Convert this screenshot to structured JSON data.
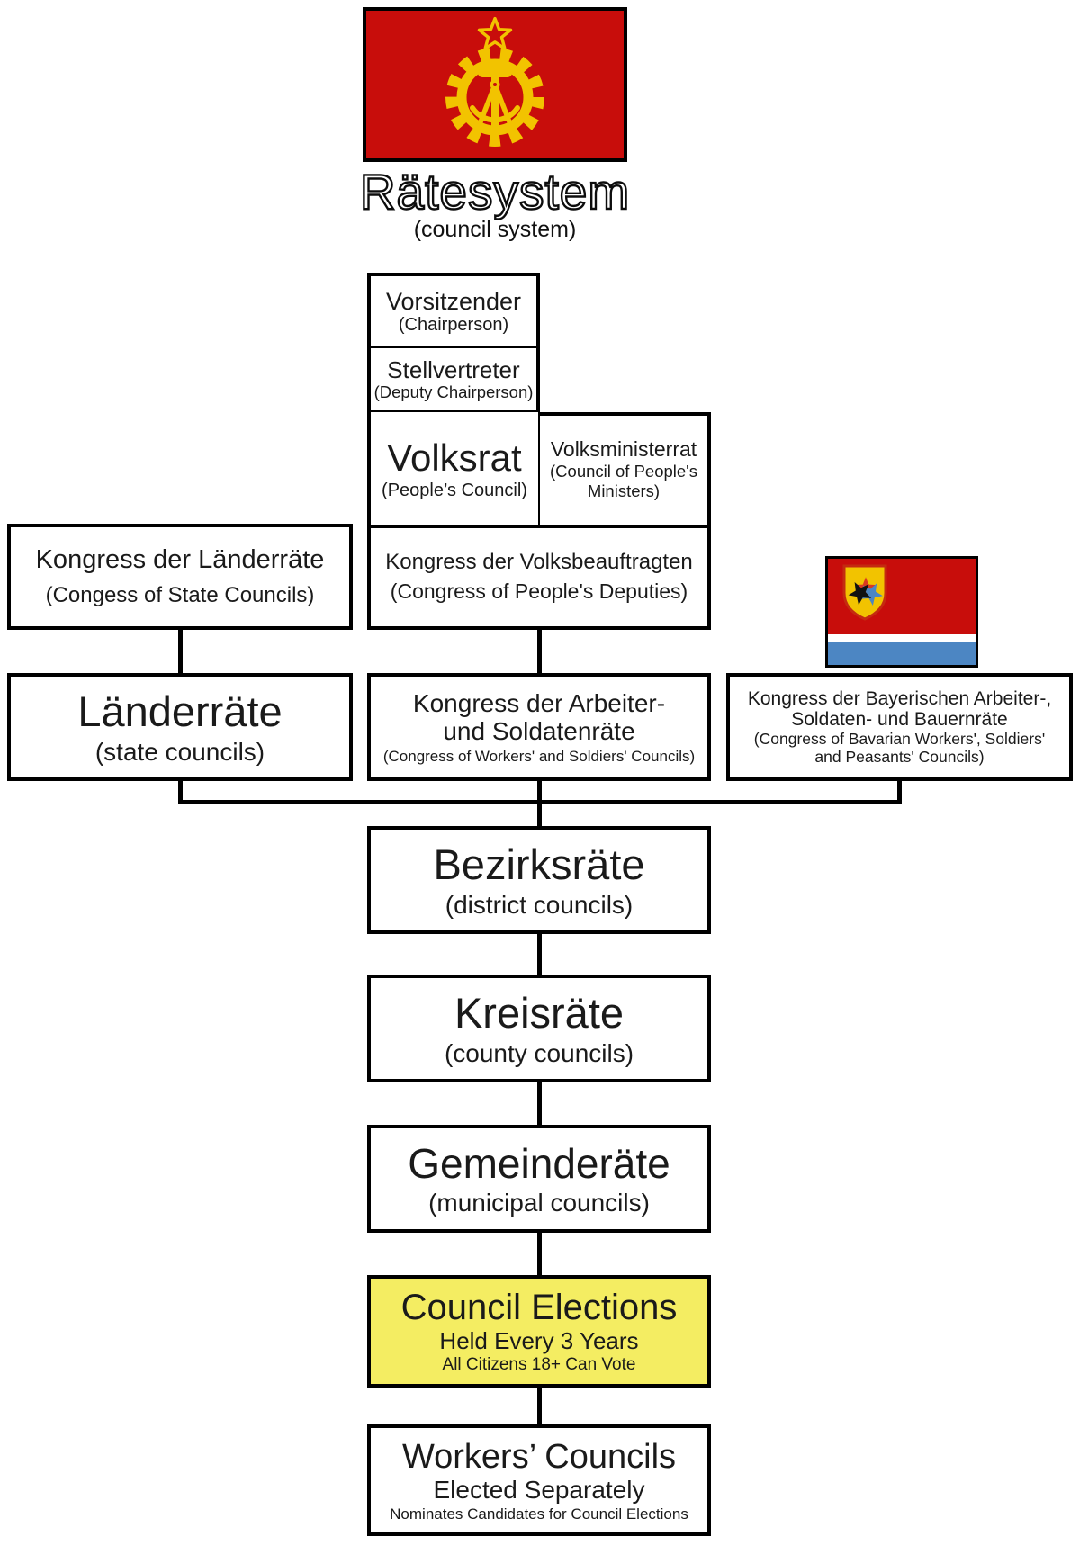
{
  "title": {
    "main": "Rätesystem",
    "sub": "(council system)"
  },
  "colors": {
    "flag_red": "#C80D0B",
    "gold": "#F2C300",
    "bavaria_blue": "#4C86C3",
    "elections_yellow": "#F4ED62",
    "line_black": "#000000"
  },
  "icons": {
    "main_flag": "hammer-compass-cog-flag-icon",
    "bavaria_flag": "bavarian-council-flag-icon"
  },
  "nodes": {
    "chair": {
      "de": "Vorsitzender",
      "en": "(Chairperson)"
    },
    "deputy": {
      "de": "Stellvertreter",
      "en": "(Deputy Chairperson)"
    },
    "volksrat": {
      "de": "Volksrat",
      "en": "(People’s Council)"
    },
    "volksministerrat": {
      "de": "Volksministerrat",
      "en1": "(Council of People's",
      "en2": "Ministers)"
    },
    "kongress_laenderraete": {
      "de": "Kongress der Länderräte",
      "en": "(Congess of State Councils)"
    },
    "kongress_volksbeauftragten": {
      "de": "Kongress der Volksbeauftragten",
      "en": "(Congress of People's Deputies)"
    },
    "laenderraete": {
      "de": "Länderräte",
      "en": "(state councils)"
    },
    "kongress_arbeiter": {
      "de1": "Kongress der Arbeiter-",
      "de2": "und Soldatenräte",
      "en": "(Congress of Workers' and Soldiers' Councils)"
    },
    "kongress_bayerisch": {
      "de1": "Kongress der Bayerischen Arbeiter-,",
      "de2": "Soldaten- und Bauernräte",
      "en1": "(Congress of Bavarian Workers', Soldiers'",
      "en2": "and Peasants' Councils)"
    },
    "bezirksraete": {
      "de": "Bezirksräte",
      "en": "(district councils)"
    },
    "kreisraete": {
      "de": "Kreisräte",
      "en": "(county councils)"
    },
    "gemeinderaete": {
      "de": "Gemeinderäte",
      "en": "(municipal councils)"
    },
    "council_elections": {
      "l1": "Council Elections",
      "l2": "Held Every 3 Years",
      "l3": "All Citizens 18+ Can Vote"
    },
    "workers_councils": {
      "l1": "Workers’ Councils",
      "l2": "Elected Separately",
      "l3": "Nominates Candidates for Council Elections"
    }
  }
}
